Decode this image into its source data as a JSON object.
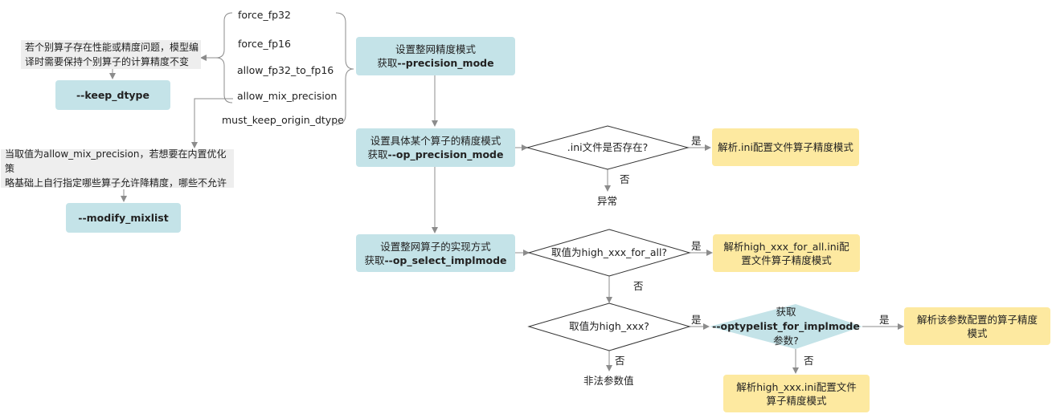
{
  "precision_modes": [
    "force_fp32",
    "force_fp16",
    "allow_fp32_to_fp16",
    "allow_mix_precision",
    "must_keep_origin_dtype"
  ],
  "keep_dtype_note": [
    "若个别算子存在性能或精度问题，模型编",
    "译时需要保持个别算子的计算精度不变"
  ],
  "keep_dtype_param": "--keep_dtype",
  "mixlist_note": [
    "当取值为allow_mix_precision，若想要在内置优化策",
    "略基础上自行指定哪些算子允许降精度，哪些不允许"
  ],
  "mixlist_param": "--modify_mixlist",
  "precision_box": {
    "line1": "设置整网精度模式",
    "prefix": "获取",
    "param": "--precision_mode"
  },
  "op_precision_box": {
    "line1": "设置具体某个算子的精度模式",
    "prefix": "获取",
    "param": "--op_precision_mode"
  },
  "impl_box": {
    "line1": "设置整网算子的实现方式",
    "prefix": "获取",
    "param": "--op_select_implmode"
  },
  "ini_decision": ".ini文件是否存在?",
  "ini_yes_result": "解析.ini配置文件算子精度模式",
  "ini_no_result": "异常",
  "all_decision": "取值为high_xxx_for_all?",
  "all_yes_result": [
    "解析high_xxx_for_all.ini配",
    "置文件算子精度模式"
  ],
  "xxx_decision": "取值为high_xxx?",
  "xxx_no_result": "非法参数值",
  "optype_decision": {
    "line1": "获取",
    "param": "--optypelist_for_implmode",
    "line3": "参数?"
  },
  "optype_yes_result": [
    "解析该参数配置的算子精度",
    "模式"
  ],
  "optype_no_result": [
    "解析high_xxx.ini配置文件",
    "算子精度模式"
  ],
  "yes": "是",
  "no": "否",
  "colors": {
    "blue": "#c4e3e8",
    "yellow": "#fde9a0",
    "gray": "#eeeeee",
    "diamond_blue": "#c4e3e8",
    "line": "#8c8c8c"
  }
}
